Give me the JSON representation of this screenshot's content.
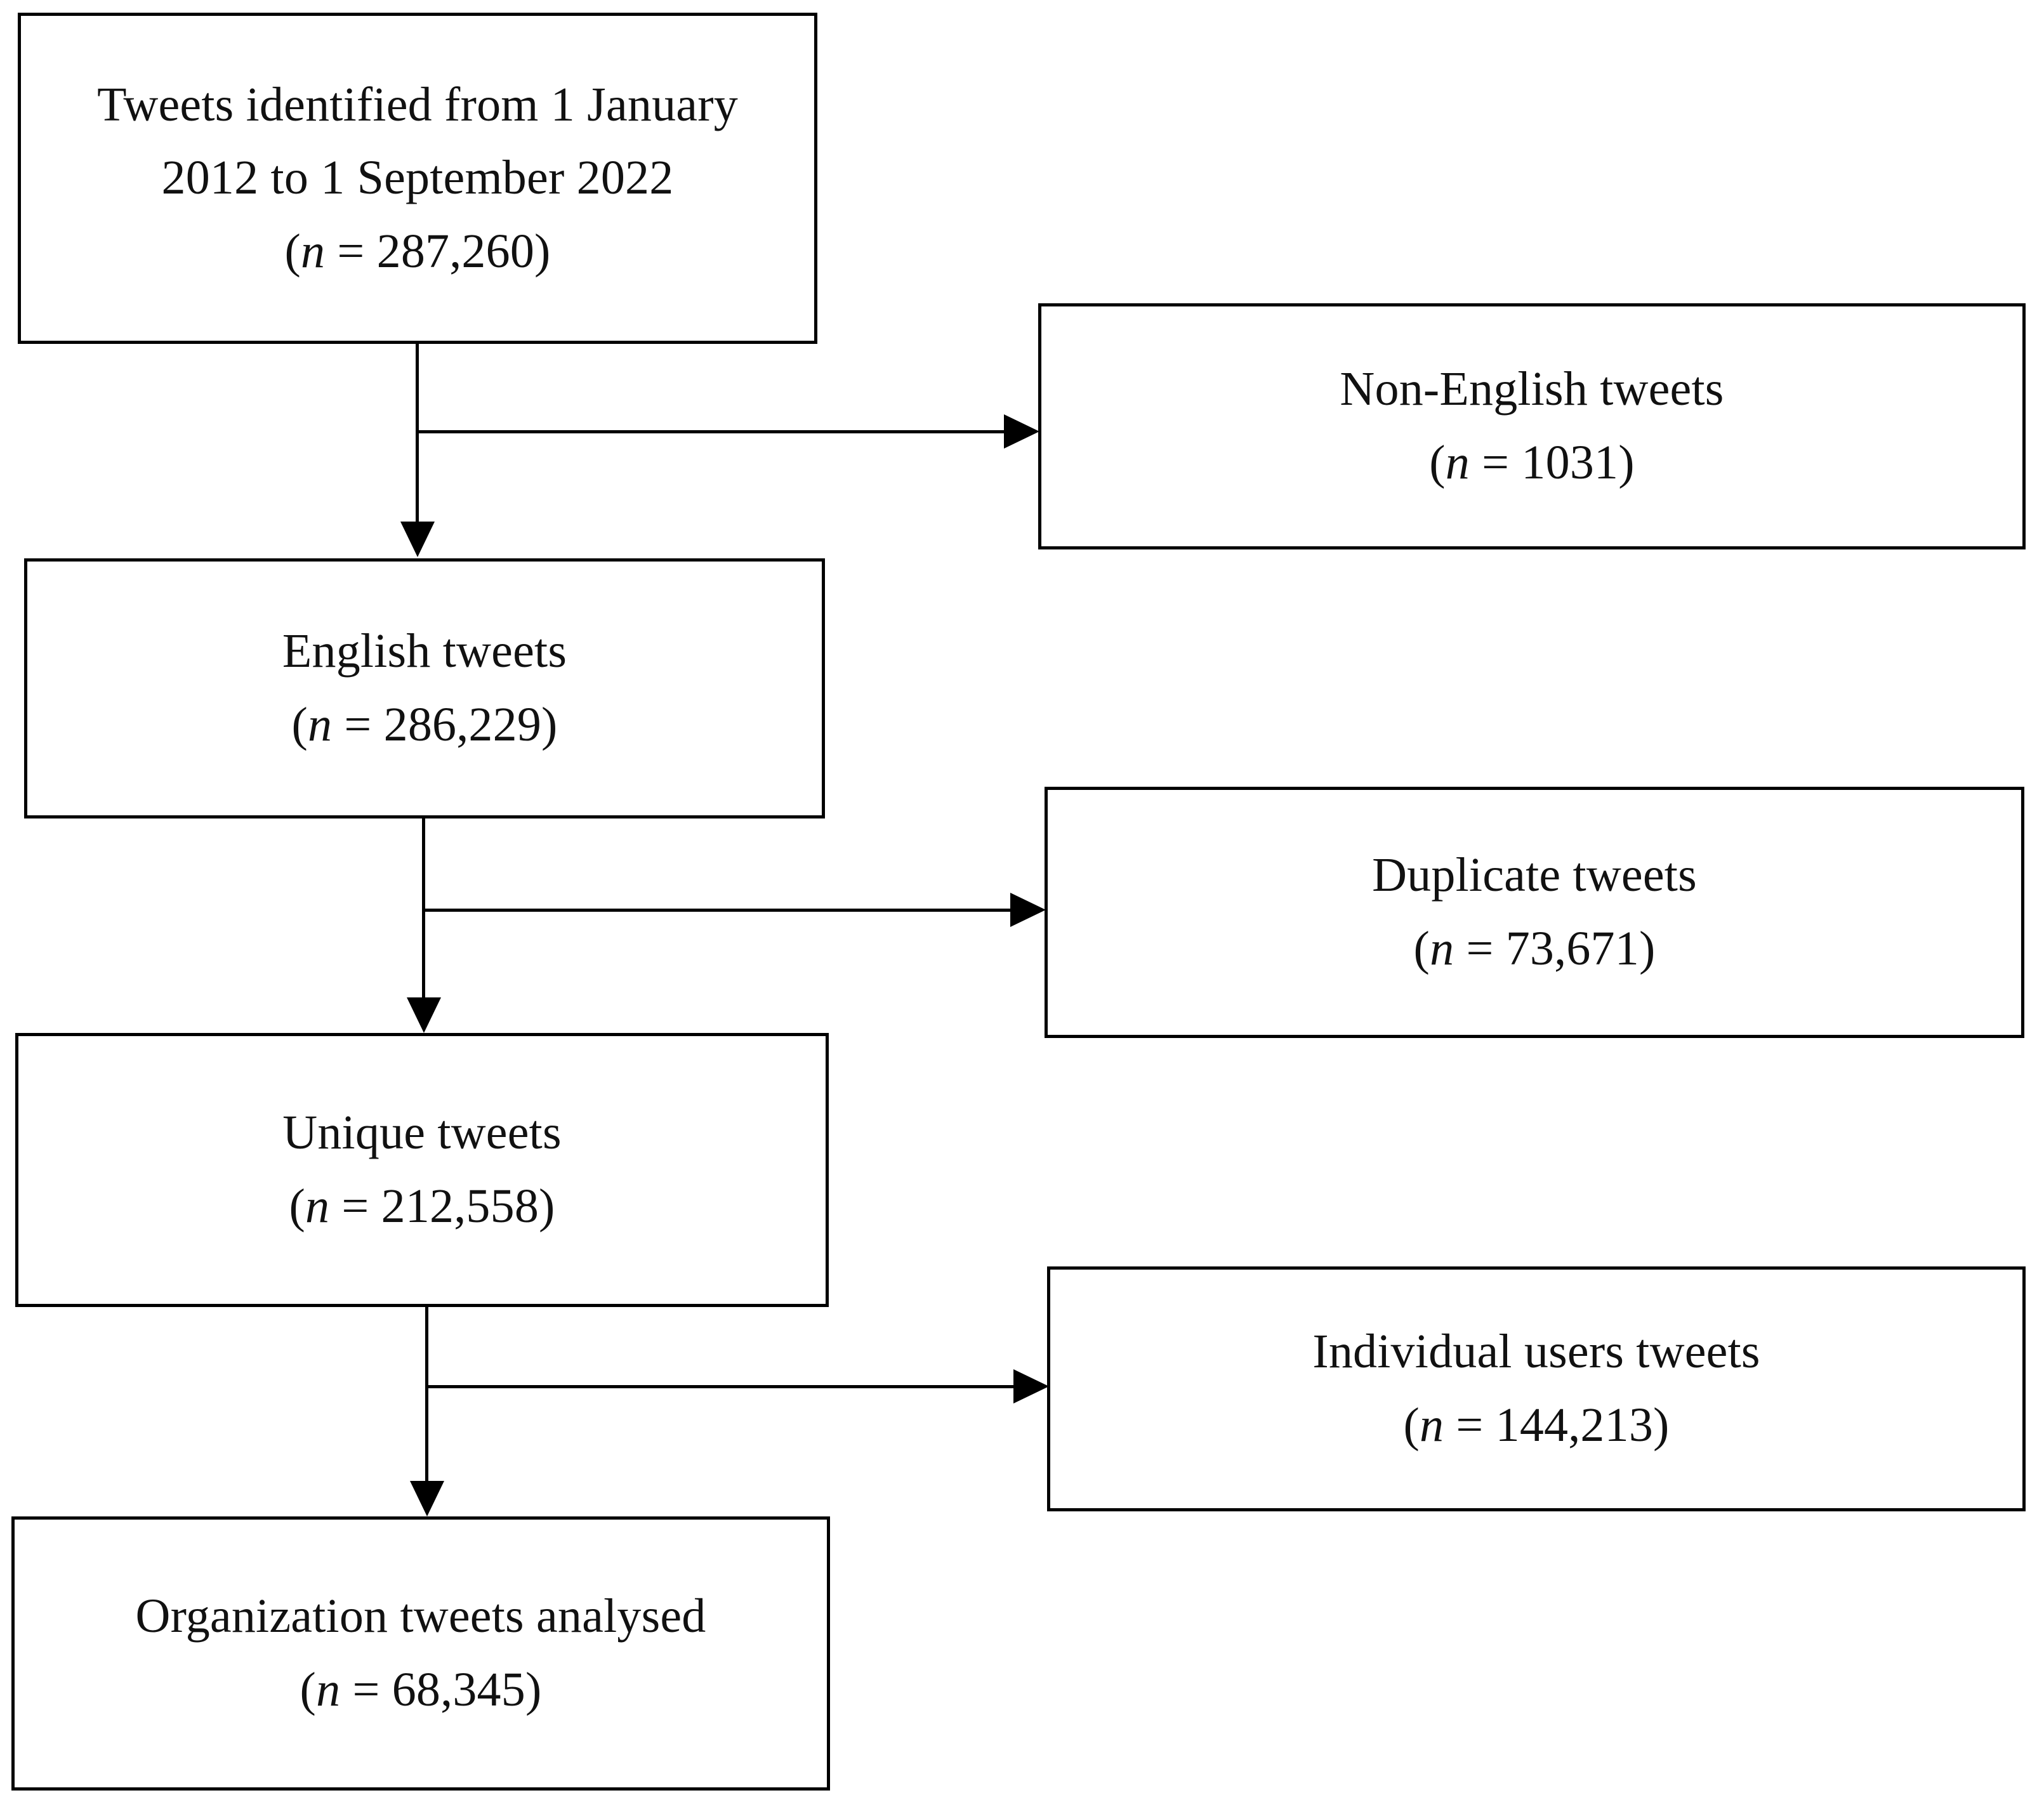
{
  "diagram": {
    "type": "flowchart",
    "title": "Tweet selection flow diagram",
    "orientation": "vertical-with-right-exclusions",
    "colors": {
      "box_border": "#000000",
      "background": "#ffffff",
      "text": "#111111",
      "connector": "#000000"
    }
  },
  "nodes": {
    "identified": {
      "line1": "Tweets identified from 1 January",
      "line2": "2012 to 1 September 2022",
      "count_open": "(",
      "count_n": "n",
      "count_eq": " = ",
      "count_value": "287,260",
      "count_close": ")"
    },
    "english": {
      "line1": "English tweets",
      "count_open": "(",
      "count_n": "n",
      "count_eq": " = ",
      "count_value": "286,229",
      "count_close": ")"
    },
    "unique": {
      "line1": "Unique tweets",
      "count_open": "(",
      "count_n": "n",
      "count_eq": " = ",
      "count_value": "212,558",
      "count_close": ")"
    },
    "analysed": {
      "line1": "Organization tweets analysed",
      "count_open": "(",
      "count_n": "n",
      "count_eq": " = ",
      "count_value": "68,345",
      "count_close": ")"
    },
    "non_english": {
      "line1": "Non-English tweets",
      "count_open": "(",
      "count_n": "n",
      "count_eq": " = ",
      "count_value": "1031",
      "count_close": ")"
    },
    "duplicate": {
      "line1": "Duplicate tweets",
      "count_open": "(",
      "count_n": "n",
      "count_eq": " = ",
      "count_value": "73,671",
      "count_close": ")"
    },
    "individual": {
      "line1": "Individual users tweets",
      "count_open": "(",
      "count_n": "n",
      "count_eq": " = ",
      "count_value": "144,213",
      "count_close": ")"
    }
  },
  "chart_data": {
    "type": "table",
    "title": "Tweet selection flow diagram",
    "categories": [
      "Tweets identified from 1 January 2012 to 1 September 2022",
      "Non-English tweets",
      "English tweets",
      "Duplicate tweets",
      "Unique tweets",
      "Individual users tweets",
      "Organization tweets analysed"
    ],
    "values": [
      287260,
      1031,
      286229,
      73671,
      212558,
      144213,
      68345
    ],
    "flow": [
      {
        "from": "Tweets identified from 1 January 2012 to 1 September 2022",
        "to": "English tweets",
        "kind": "main"
      },
      {
        "from": "Tweets identified from 1 January 2012 to 1 September 2022",
        "to": "Non-English tweets",
        "kind": "excluded"
      },
      {
        "from": "English tweets",
        "to": "Unique tweets",
        "kind": "main"
      },
      {
        "from": "English tweets",
        "to": "Duplicate tweets",
        "kind": "excluded"
      },
      {
        "from": "Unique tweets",
        "to": "Organization tweets analysed",
        "kind": "main"
      },
      {
        "from": "Unique tweets",
        "to": "Individual users tweets",
        "kind": "excluded"
      }
    ],
    "xlabel": "",
    "ylabel": "",
    "legend": []
  }
}
